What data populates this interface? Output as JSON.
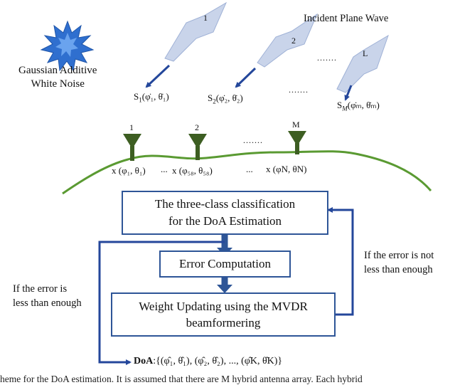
{
  "noise_label": [
    "Gaussian Additive",
    "White Noise"
  ],
  "incident_wave_label": "Incident Plane Wave",
  "wave_numbers": [
    "1",
    "2",
    "L"
  ],
  "wave_dots": ".......",
  "signals": [
    {
      "S": "S",
      "sub": "1",
      "args": "(φ̇₁, θ̇₁)"
    },
    {
      "S": "S",
      "sub": "2",
      "args": "(φ̇₂, θ̇₂)"
    },
    {
      "S": "S",
      "sub": "M",
      "args": "(φ̇ₘ, θ̇ₘ)"
    }
  ],
  "signal_dots": ".......",
  "antenna_numbers": [
    "1",
    "2",
    "M"
  ],
  "antenna_dots": ".......",
  "x_labels": [
    "x (φ₁, θ₁)",
    "x (φ₅₈, θ₅₈)",
    "x (φN, θN)"
  ],
  "x_dots": [
    "...",
    "..."
  ],
  "box_classification": [
    "The three-class classification",
    "for the DoA Estimation"
  ],
  "box_error": "Error Computation",
  "box_weight": [
    "Weight Updating using the MVDR",
    "beamformering"
  ],
  "right_condition": [
    "If the error is not",
    "less than enough"
  ],
  "left_condition": [
    "If the error is",
    "less than enough"
  ],
  "doa_prefix": "DoA",
  "doa_set": ":{(φ̂₁, θ̂₁), (φ̂₂, θ̂₂), ..., (φ̂K, θ̂K)}",
  "caption_fragment": "heme for the DoA estimation. It is assumed that there are M hybrid antenna array. Each hybrid",
  "colors": {
    "wave_fill": "#c9d4ea",
    "wave_stroke": "#9fb1d6",
    "noise_blue": "#2f6fcf",
    "arrow_blue": "#24479b",
    "box_border": "#2e5597",
    "ground_green": "#5a9a32",
    "antenna_green": "#3d5e22"
  }
}
